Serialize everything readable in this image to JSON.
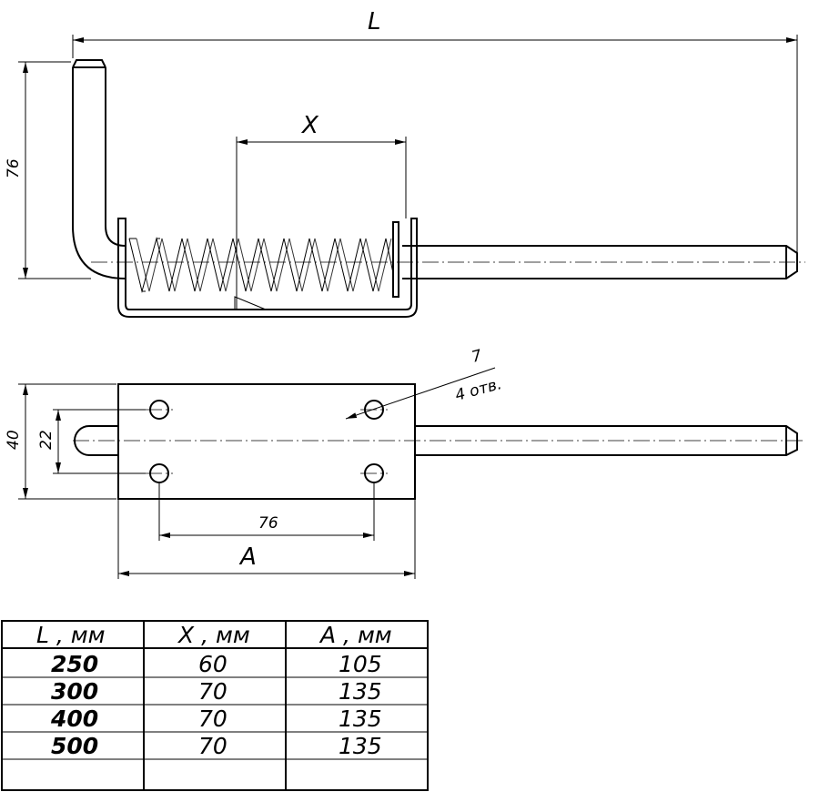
{
  "dimensions": {
    "total_length": "L",
    "stroke": "X",
    "height": "76",
    "plate_width": "40",
    "hole_spacing_vertical": "22",
    "hole_spacing_horizontal": "76",
    "plate_length": "A",
    "hole_diameter": "7",
    "hole_count": "4 отв."
  },
  "table": {
    "headers": [
      "L , мм",
      "X , мм",
      "A , мм"
    ],
    "rows": [
      [
        "250",
        "60",
        "105"
      ],
      [
        "300",
        "70",
        "135"
      ],
      [
        "400",
        "70",
        "135"
      ],
      [
        "500",
        "70",
        "135"
      ],
      [
        "",
        "",
        ""
      ]
    ]
  }
}
